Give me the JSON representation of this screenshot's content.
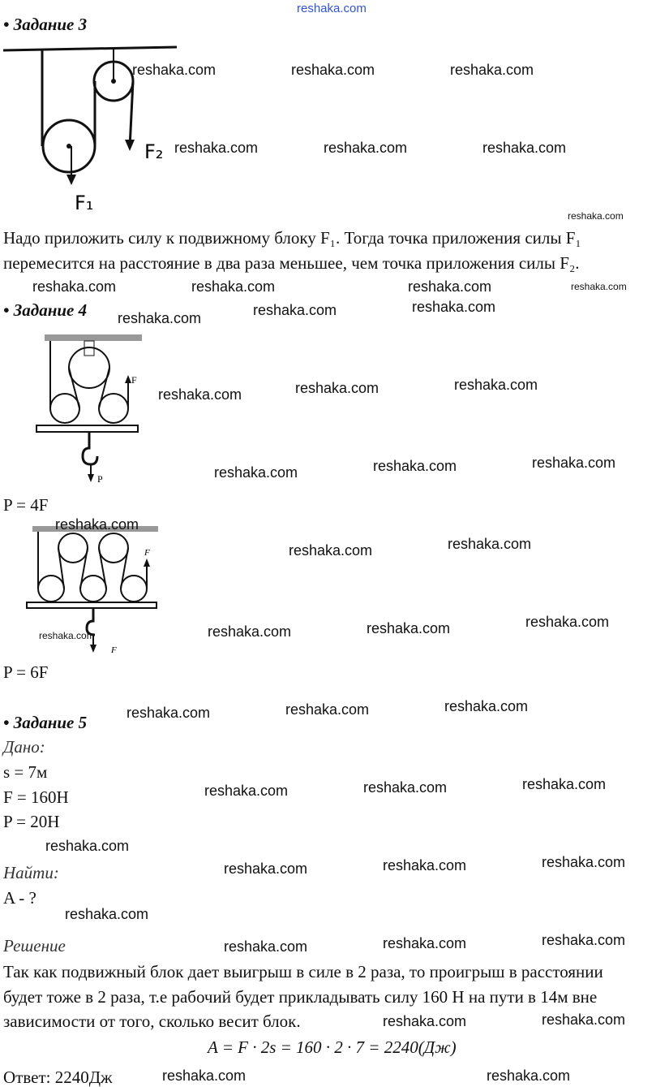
{
  "site_link": "reshaka.com",
  "watermark": "reshaka.com",
  "task3": {
    "heading": "• Задание 3",
    "diagram_labels": {
      "f1": "F₁",
      "f2": "F₂"
    },
    "para_line1": "Надо приложить силу к подвижному блоку F₁. Тогда точка приложения силы F₁",
    "para_line2": "перемесится на расстояние в два раза меньшее, чем точка приложения силы F₂."
  },
  "task4": {
    "heading": "• Задание 4",
    "diagram1_labels": {
      "f": "F",
      "p": "P"
    },
    "result1": "P = 4F",
    "diagram2_labels": {
      "f": "F",
      "p": "F"
    },
    "result2": "P = 6F"
  },
  "task5": {
    "heading": "• Задание 5",
    "given_label": "Дано:",
    "given": [
      "s = 7м",
      "F = 160Н",
      "P = 20Н"
    ],
    "find_label": "Найти:",
    "find": "A - ?",
    "solution_label": "Решение",
    "solution_lines": [
      "Так как подвижный блок дает выигрыш в силе в 2 раза, то проигрыш в расстоянии",
      "будет тоже в 2 раза, т.е рабочий будет прикладывать силу 160 Н на пути в 14м вне",
      "зависимости от того, сколько весит блок."
    ],
    "formula": "A = F · 2s = 160 · 2 · 7 = 2240(Дж)",
    "answer": "Ответ: 2240Дж"
  }
}
